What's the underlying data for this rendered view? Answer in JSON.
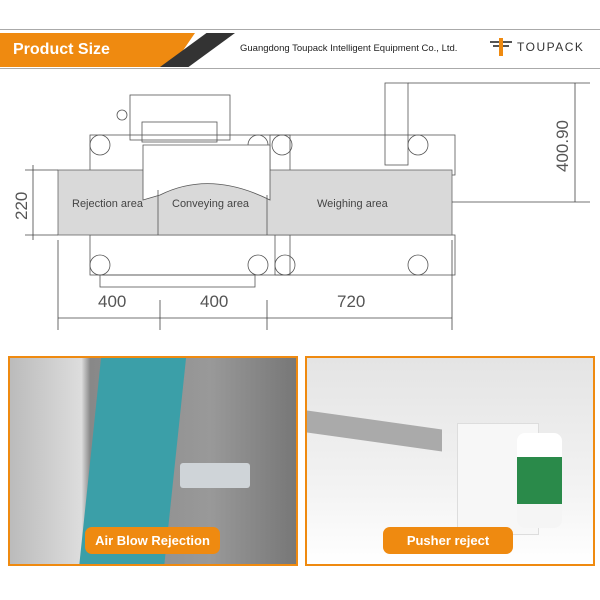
{
  "header": {
    "title": "Product Size",
    "company": "Guangdong Toupack Intelligent Equipment Co., Ltd.",
    "brand": "TOUPACK"
  },
  "drawing": {
    "areas": [
      "Rejection area",
      "Conveying area",
      "Weighing area"
    ],
    "dims": {
      "width1": "400",
      "width2": "400",
      "width3": "720",
      "belt_width": "220",
      "height": "400.90"
    }
  },
  "photos": [
    {
      "label": "Air Blow Rejection"
    },
    {
      "label": "Pusher reject"
    }
  ],
  "colors": {
    "accent": "#ef8a10",
    "dark": "#333333",
    "belt": "#3b9fa8"
  }
}
